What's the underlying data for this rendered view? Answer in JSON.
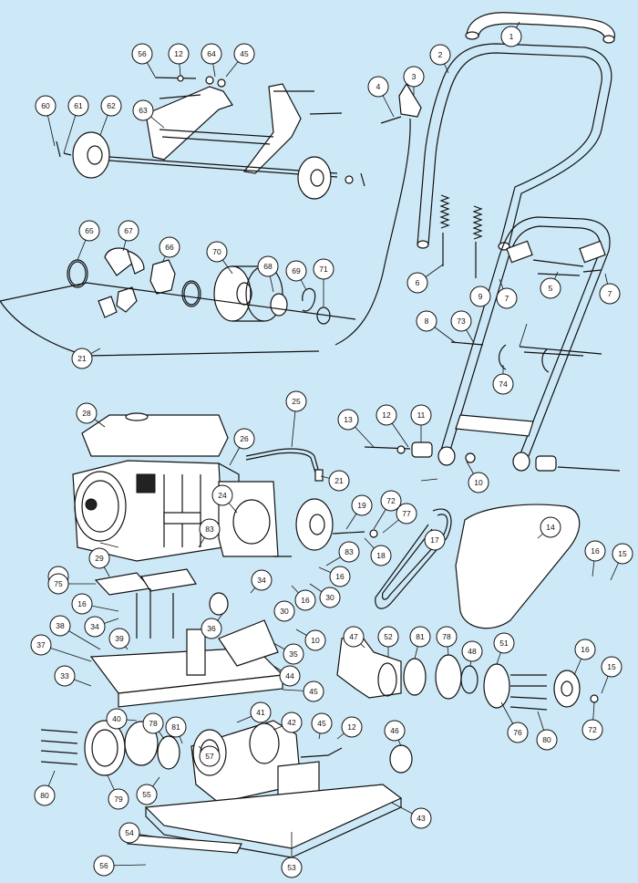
{
  "colors": {
    "background": "#cde9f7",
    "stroke": "#111111",
    "part_fill": "#ffffff"
  },
  "callouts": [
    {
      "label": "1"
    },
    {
      "label": "2"
    },
    {
      "label": "3"
    },
    {
      "label": "4"
    },
    {
      "label": "5"
    },
    {
      "label": "6"
    },
    {
      "label": "7"
    },
    {
      "label": "7"
    },
    {
      "label": "8"
    },
    {
      "label": "73"
    },
    {
      "label": "9"
    },
    {
      "label": "74"
    },
    {
      "label": "56"
    },
    {
      "label": "12"
    },
    {
      "label": "64"
    },
    {
      "label": "45"
    },
    {
      "label": "60"
    },
    {
      "label": "61"
    },
    {
      "label": "62"
    },
    {
      "label": "63"
    },
    {
      "label": "65"
    },
    {
      "label": "67"
    },
    {
      "label": "66"
    },
    {
      "label": "70"
    },
    {
      "label": "68"
    },
    {
      "label": "69"
    },
    {
      "label": "71"
    },
    {
      "label": "21"
    },
    {
      "label": "28"
    },
    {
      "label": "25"
    },
    {
      "label": "26"
    },
    {
      "label": "21"
    },
    {
      "label": "13"
    },
    {
      "label": "12"
    },
    {
      "label": "11"
    },
    {
      "label": "10"
    },
    {
      "label": "24"
    },
    {
      "label": "19"
    },
    {
      "label": "72"
    },
    {
      "label": "77"
    },
    {
      "label": "17"
    },
    {
      "label": "14"
    },
    {
      "label": "16"
    },
    {
      "label": "15"
    },
    {
      "label": "83"
    },
    {
      "label": "18"
    },
    {
      "label": "83"
    },
    {
      "label": "29"
    },
    {
      "label": "30"
    },
    {
      "label": "75"
    },
    {
      "label": "16"
    },
    {
      "label": "34"
    },
    {
      "label": "16"
    },
    {
      "label": "34"
    },
    {
      "label": "16"
    },
    {
      "label": "30"
    },
    {
      "label": "30"
    },
    {
      "label": "36"
    },
    {
      "label": "38"
    },
    {
      "label": "39"
    },
    {
      "label": "10"
    },
    {
      "label": "35"
    },
    {
      "label": "47"
    },
    {
      "label": "52"
    },
    {
      "label": "81"
    },
    {
      "label": "78"
    },
    {
      "label": "48"
    },
    {
      "label": "51"
    },
    {
      "label": "16"
    },
    {
      "label": "15"
    },
    {
      "label": "37"
    },
    {
      "label": "33"
    },
    {
      "label": "44"
    },
    {
      "label": "45"
    },
    {
      "label": "76"
    },
    {
      "label": "72"
    },
    {
      "label": "40"
    },
    {
      "label": "78"
    },
    {
      "label": "81"
    },
    {
      "label": "41"
    },
    {
      "label": "42"
    },
    {
      "label": "45"
    },
    {
      "label": "12"
    },
    {
      "label": "46"
    },
    {
      "label": "80"
    },
    {
      "label": "57"
    },
    {
      "label": "80"
    },
    {
      "label": "79"
    },
    {
      "label": "55"
    },
    {
      "label": "43"
    },
    {
      "label": "54"
    },
    {
      "label": "56"
    },
    {
      "label": "53"
    }
  ]
}
